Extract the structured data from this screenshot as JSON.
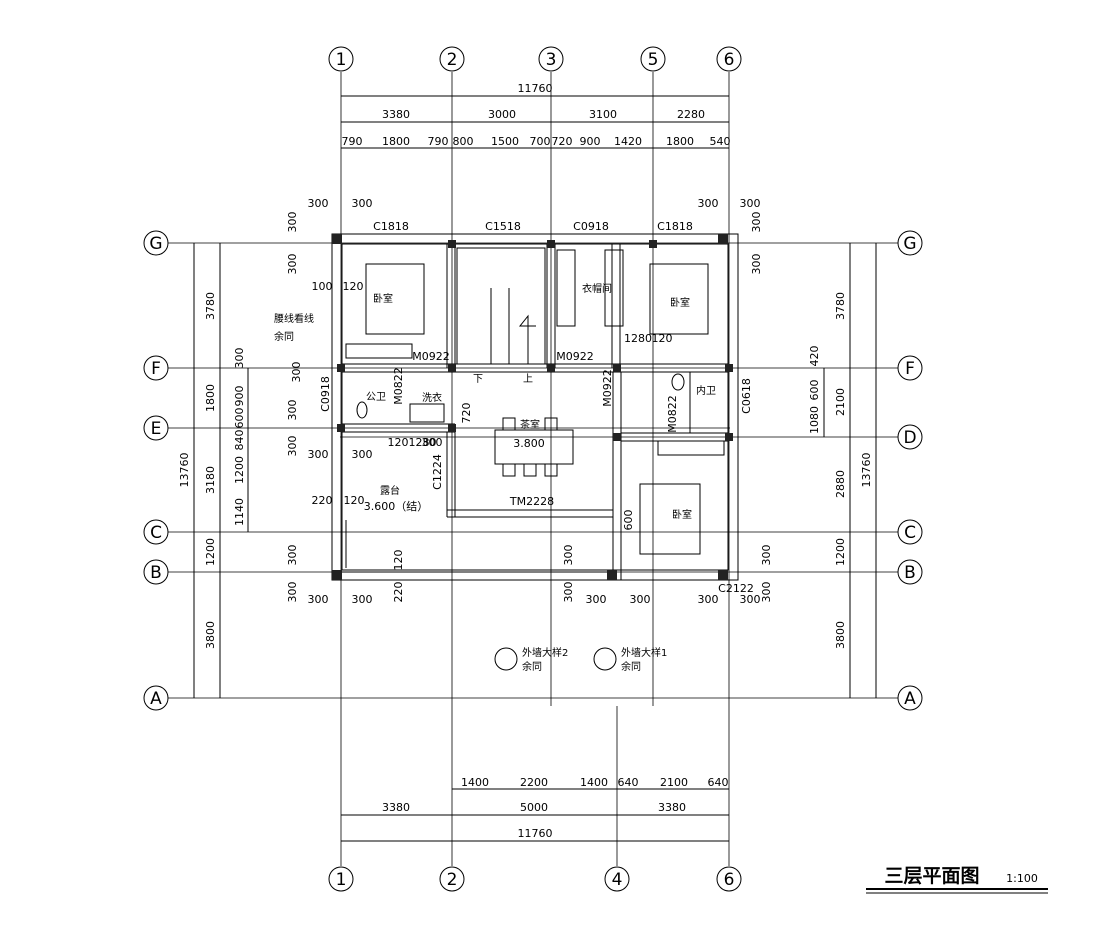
{
  "title": "三层平面图",
  "scale": "1:100",
  "axes": {
    "vertical_top": [
      "1",
      "2",
      "3",
      "5",
      "6"
    ],
    "vertical_bottom": [
      "1",
      "2",
      "4",
      "6"
    ],
    "horizontal": [
      "G",
      "F",
      "E",
      "D",
      "C",
      "B",
      "A"
    ]
  },
  "dims": {
    "top_total": "11760",
    "top_mid": [
      "3380",
      "3000",
      "3100",
      "2280"
    ],
    "top_inner": [
      "790",
      "1800",
      "790",
      "800",
      "1500",
      "700",
      "720",
      "900",
      "1420",
      "1800",
      "540"
    ],
    "bottom_inner": [
      "1400",
      "2200",
      "1400",
      "640",
      "2100",
      "640"
    ],
    "bottom_mid": [
      "3380",
      "5000",
      "3380"
    ],
    "bottom_total": "11760",
    "left_total": "13760",
    "left_mid": [
      "3780",
      "1800",
      "3180",
      "1200",
      "3800"
    ],
    "left_inner": [
      "300",
      "900",
      "600",
      "840",
      "1200",
      "1140"
    ],
    "right_total": "13760",
    "right_mid": [
      "3780",
      "2100",
      "2880",
      "1200",
      "3800"
    ],
    "right_inner": [
      "420",
      "600",
      "1080"
    ],
    "misc": [
      "300",
      "300",
      "300",
      "300",
      "300",
      "300",
      "300",
      "300",
      "300",
      "300",
      "300",
      "300",
      "300",
      "300",
      "300",
      "300",
      "300",
      "300",
      "300",
      "300",
      "100",
      "120",
      "1280",
      "120",
      "1201280",
      "220",
      "120",
      "120",
      "220",
      "720",
      "600",
      "300",
      "300",
      "300",
      "300",
      "300",
      "300"
    ]
  },
  "windows": [
    "C1818",
    "C1518",
    "C0918",
    "C1818",
    "C0918",
    "C1224",
    "C0618",
    "C2122",
    "TM2228"
  ],
  "doors": [
    "M0922",
    "M0922",
    "M0922",
    "M0822",
    "M0822"
  ],
  "rooms": {
    "bedroom": "卧室",
    "closet": "衣帽间",
    "public_wc": "公卫",
    "laundry": "洗衣",
    "tea_room": "茶室",
    "tea_elev": "3.800",
    "private_wc": "内卫",
    "terrace": "露台",
    "terrace_elev": "3.600（结）",
    "stair_down": "下",
    "stair_up": "上"
  },
  "notes": {
    "waist_line": "腰线看线",
    "same": "余同",
    "detail2": "外墙大样2",
    "detail1": "外墙大样1"
  }
}
